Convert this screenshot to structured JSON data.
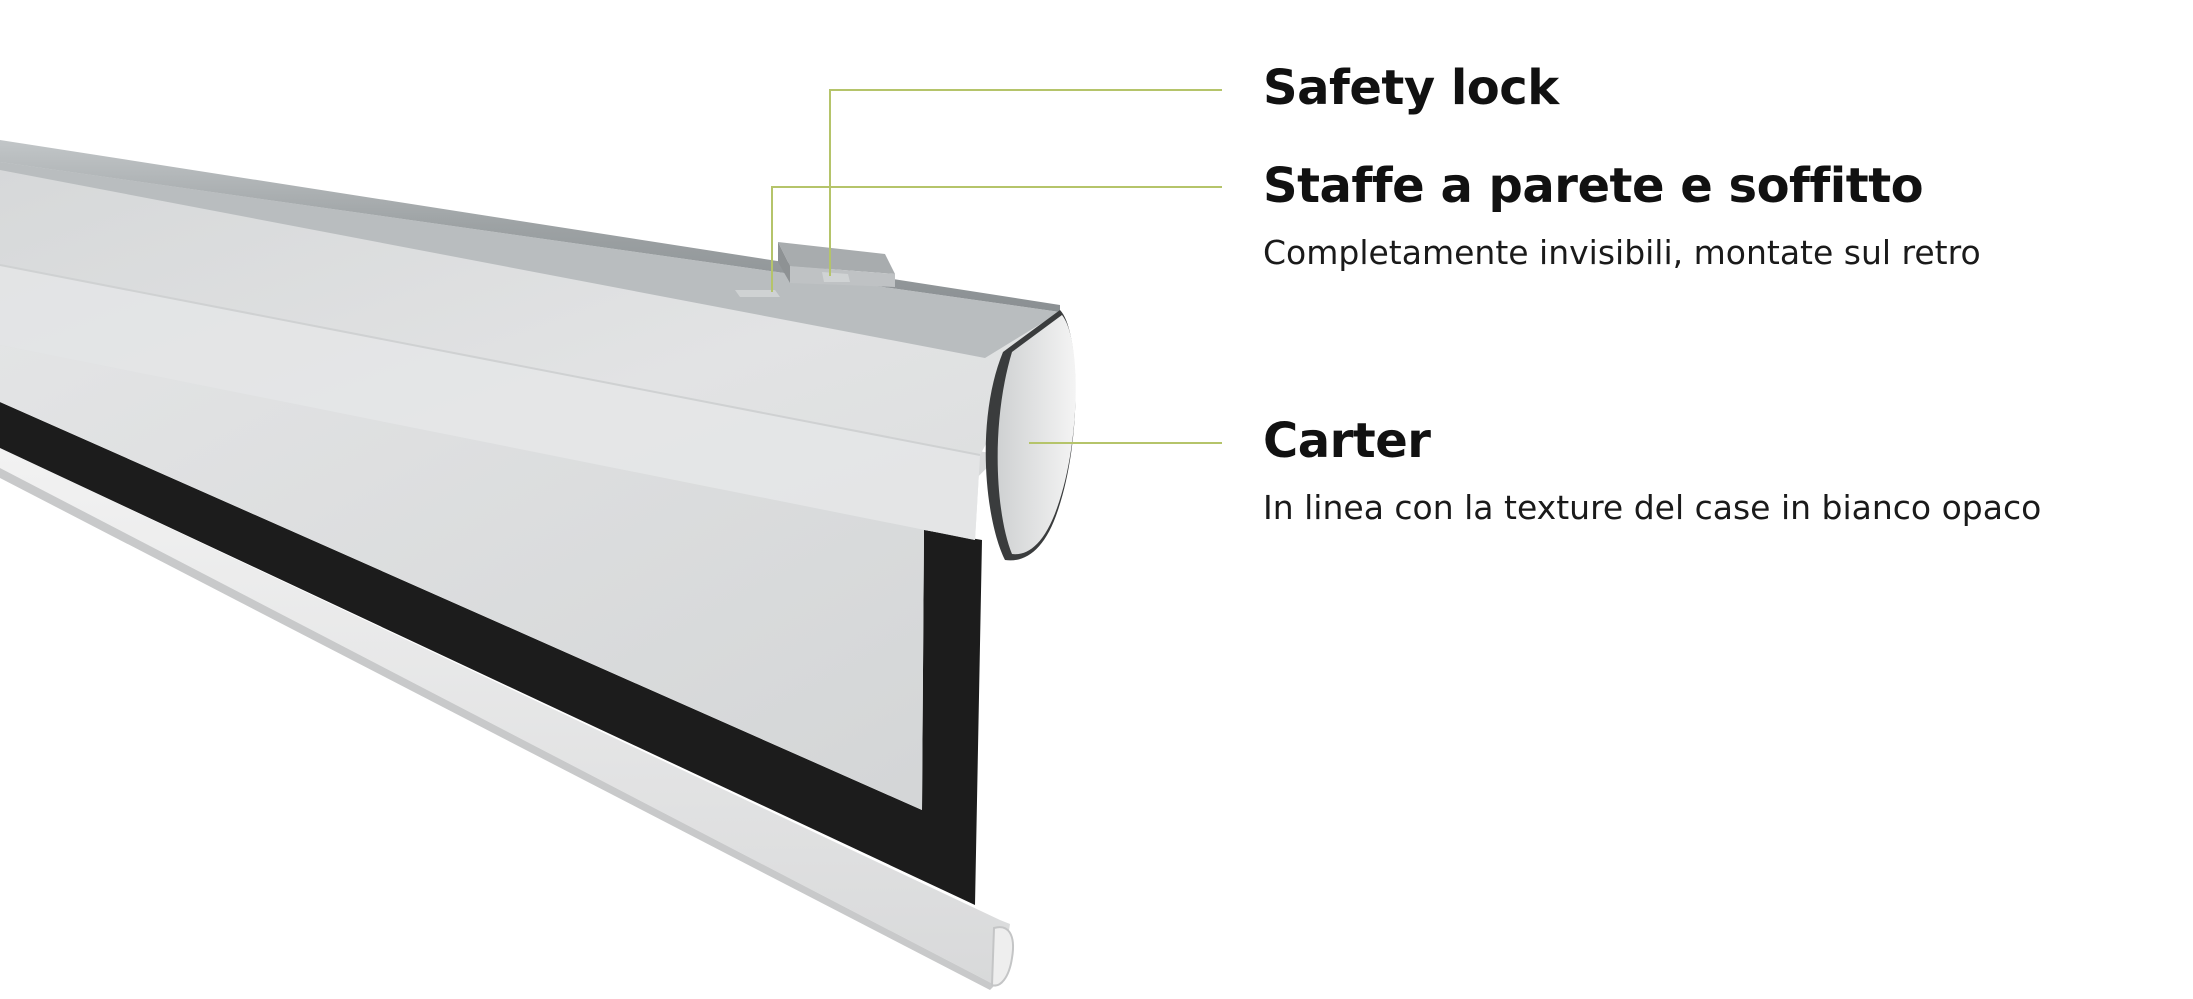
{
  "labels": {
    "safety_lock": {
      "title": "Safety lock"
    },
    "staffe": {
      "title": "Staffe a parete e soffitto",
      "description": "Completamente invisibili, montate sul retro"
    },
    "carter": {
      "title": "Carter",
      "description": "In linea con la texture del case in bianco opaco"
    }
  },
  "colors": {
    "leader_line": "#b5c46a",
    "text": "#111111",
    "screen_border": "#1c1c1c",
    "case_white": "#e9eaea",
    "case_top": "#9ea3a5"
  }
}
